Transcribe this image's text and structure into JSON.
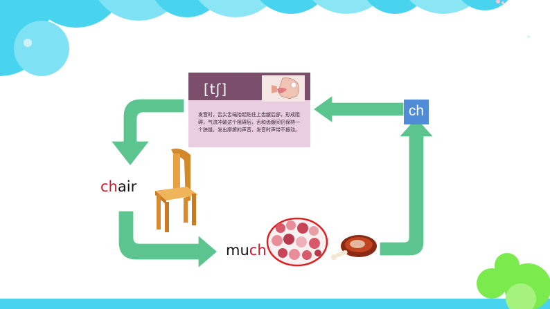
{
  "phonetic": {
    "symbol": "[tʃ]",
    "description": "发音时，舌尖舌端抬起贴住上齿龈后部，形成阻碍，气流冲破这个阻碍后，舌和齿龈间仍保持一个狭缝，发出摩擦的声音，发音时声带不振动。"
  },
  "letters": "ch",
  "words": {
    "chair": {
      "highlight": "ch",
      "rest": "air"
    },
    "much": {
      "lead": "mu",
      "highlight": "ch"
    }
  },
  "colors": {
    "arrow": "#5cc58f",
    "highlight": "#cc1f2b",
    "circle": "#e02020",
    "bubble": "#48d4ee",
    "dot": "#7bea4d"
  }
}
